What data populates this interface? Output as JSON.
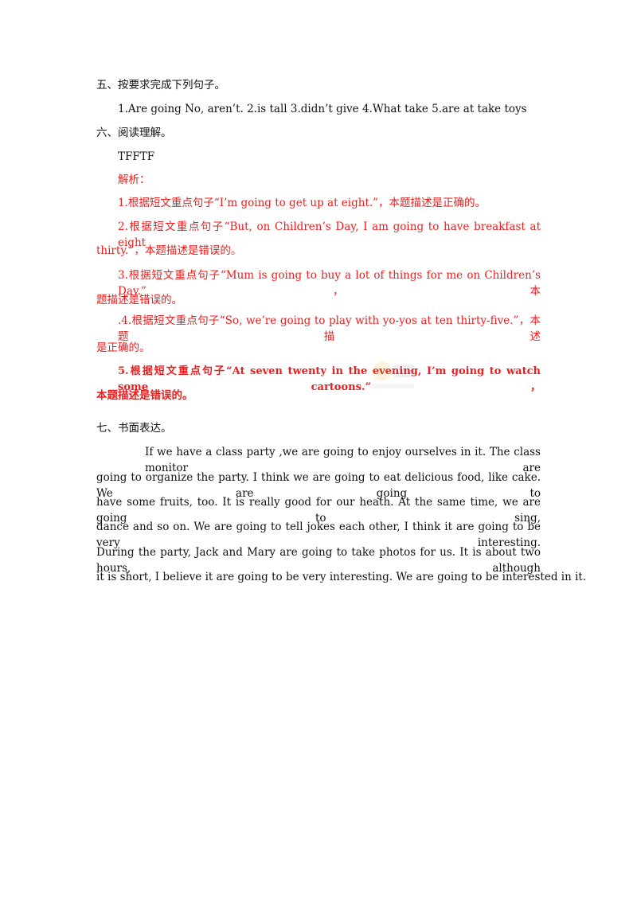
{
  "section5": {
    "heading": "五、按要求完成下列句子。",
    "answers": "1.Are going   No, aren’t.   2.is  tall  3.didn’t  give    4.What  take  5.are  at    take  toys"
  },
  "section6": {
    "heading": "六、阅读理解。",
    "answer_key": "TFFTF",
    "analysis_label": "解析：",
    "items": [
      {
        "line1": "1.根据短文重点句子“I’m going to get up at eight.”，本题描述是正确的。"
      },
      {
        "line1": "2.根据短文重点句子“But, on Children’s Day, I am going to have breakfast at eight",
        "line2": "thirty.”，本题描述是错误的。"
      },
      {
        "line1": "3.根据短文重点句子“Mum is going to buy a lot of things for me on Children’s Day.”，本",
        "line2": "题描述是错误的。"
      },
      {
        "line1": ".4.根据短文重点句子“So, we’re going to play with yo-yos at ten thirty-five.”，本题描述",
        "line2": "是正确的。"
      },
      {
        "line1": "5.根据短文重点句子“At seven twenty in the evening, I’m going to watch some cartoons.”，",
        "line2": "本题描述是错误的。"
      }
    ]
  },
  "section7": {
    "heading": "七、书面表达。",
    "lines": [
      "If we have a class party ,we are going to enjoy ourselves in it.  The class monitor are",
      "going to organize the party.  I think we are going to eat delicious food,  like cake.  We are going to",
      "have some fruits,  too.  It is really good for our heath.  At the same time,  we are going to sing,",
      "dance and so on.  We are going to tell jokes each other,  I think it are going to be very interesting.",
      "During the party,  Jack and Mary are going to take photos for us.  It is about two hours,  although",
      "it is short,  I believe it are going to be very interesting.  We are going to be interested in it."
    ]
  },
  "colors": {
    "text": "#111111",
    "analysis_red": "#ee1c1c"
  }
}
